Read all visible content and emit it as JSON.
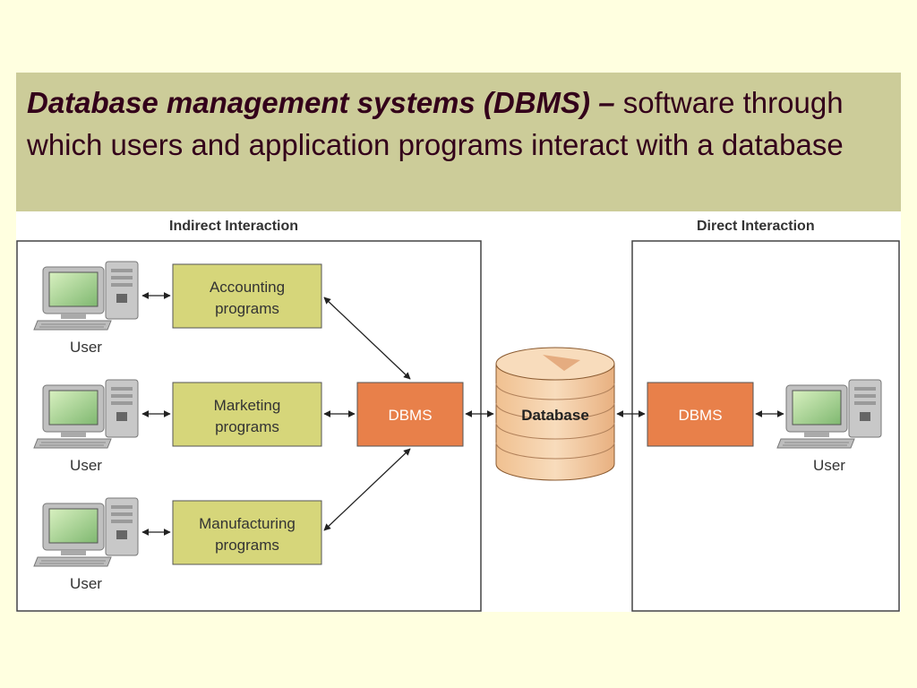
{
  "slide": {
    "title_term": "Database management systems (DBMS) –",
    "title_rest": " software through which users and application programs interact with a database"
  },
  "diagram": {
    "indirect_label": "Indirect Interaction",
    "direct_label": "Direct Interaction",
    "programs": [
      {
        "line1": "Accounting",
        "line2": "programs"
      },
      {
        "line1": "Marketing",
        "line2": "programs"
      },
      {
        "line1": "Manufacturing",
        "line2": "programs"
      }
    ],
    "user_label": "User",
    "dbms_label": "DBMS",
    "database_label": "Database",
    "colors": {
      "program_fill": "#d6d67a",
      "dbms_fill": "#e8804a",
      "database_fill": "#f5d0a8",
      "title_bar": "#cccc99",
      "slide_bg": "#ffffe0"
    }
  }
}
